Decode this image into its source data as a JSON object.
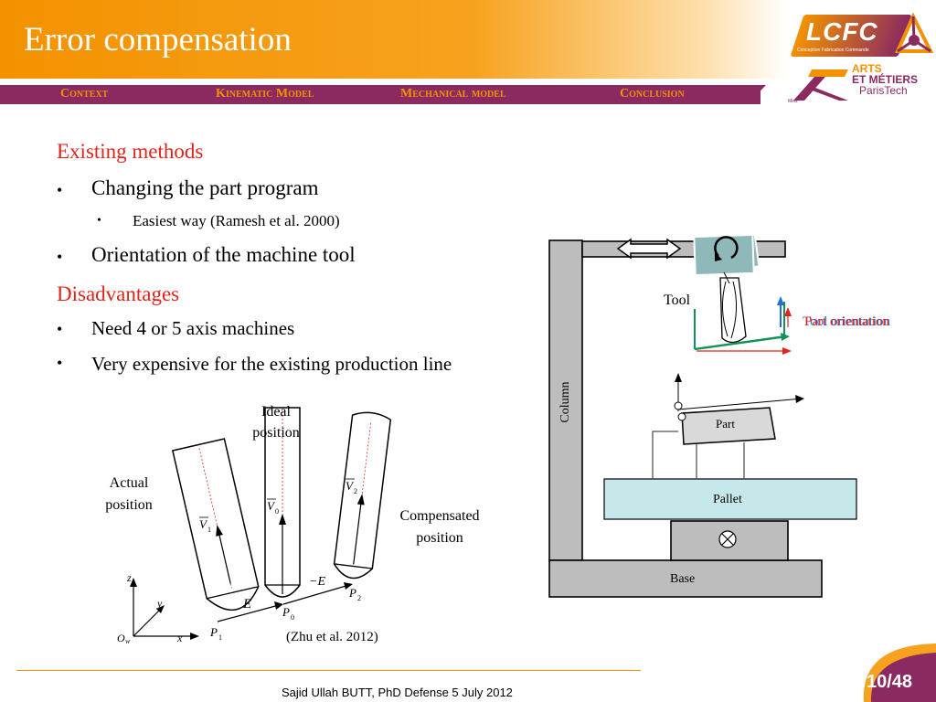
{
  "slide": {
    "title": "Error compensation",
    "nav": [
      "Context",
      "Kinematic Model",
      "Mechanical model",
      "Conclusion"
    ]
  },
  "logos": {
    "lcfc": "LCFC",
    "lcfc_sub": "Conception Fabrication Commande",
    "arts_line1": "ARTS",
    "arts_line2": "ET MÉTIERS",
    "arts_line3": "ParisTech",
    "metz": "Metz"
  },
  "content": {
    "heading1": "Existing methods",
    "bullet1": "Changing the part program",
    "sub1": "Easiest way (Ramesh et al. 2000)",
    "bullet2": "Orientation of the machine tool",
    "heading2": "Disadvantages",
    "bullet3": "Need 4 or 5 axis machines",
    "bullet4": "Very expensive for the existing  production line",
    "bullet_symbol": "•"
  },
  "figure_left": {
    "ideal": "Ideal position",
    "actual": "Actual position",
    "compensated": "Compensated position",
    "citation": "(Zhu et al. 2012)",
    "labels": {
      "z": "z",
      "y": "y",
      "x": "x",
      "origin": "O",
      "origin_sub": "w",
      "E": "E",
      "minusE": "−E",
      "P0": "P",
      "P1": "P",
      "P2": "P",
      "s0": "0",
      "s1": "1",
      "s2": "2",
      "V0": "V",
      "V1": "V",
      "V2": "V"
    }
  },
  "figure_right": {
    "tool": "Tool",
    "tool_orientation": "Tool orientation",
    "part_orientation": "Part orientation",
    "column": "Column",
    "part": "Part",
    "pallet": "Pallet",
    "base": "Base"
  },
  "footer": {
    "text": "Sajid Ullah BUTT, PhD Defense 5 July 2012",
    "page": "10/48"
  },
  "colors": {
    "orange": "#f39200",
    "plum": "#8a2a60",
    "red": "#e2231a",
    "pallet": "#c7e8ea",
    "tool": "#8fb8b8"
  }
}
